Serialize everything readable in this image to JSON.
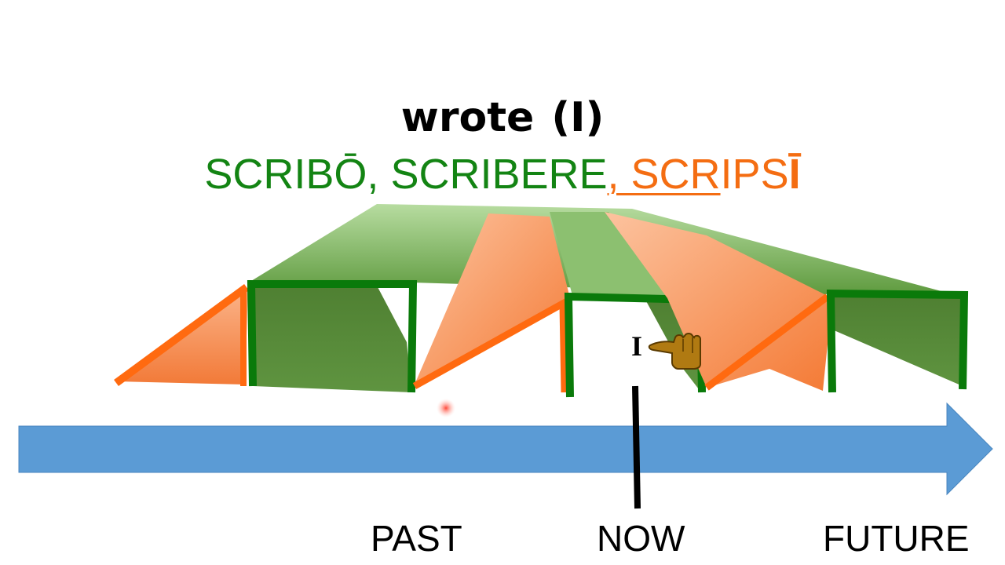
{
  "title": {
    "word": "wrote",
    "person": "(I)"
  },
  "latin": {
    "part1": "SCRIBŌ, ",
    "part2": "SCRIBERE",
    "part3": ", SCR",
    "part4": "IPS",
    "part5": "Ī"
  },
  "timeline": {
    "labels": {
      "past": "PAST",
      "now": "NOW",
      "future": "FUTURE"
    },
    "arrow_color": "#5b9bd5"
  },
  "pointer": {
    "letter": "I",
    "icon": "pointing-hand-icon"
  },
  "colors": {
    "green": "#138413",
    "green_fill": "#5c8f3e",
    "orange": "#ff6a10",
    "orange_fill": "#f8a070"
  }
}
